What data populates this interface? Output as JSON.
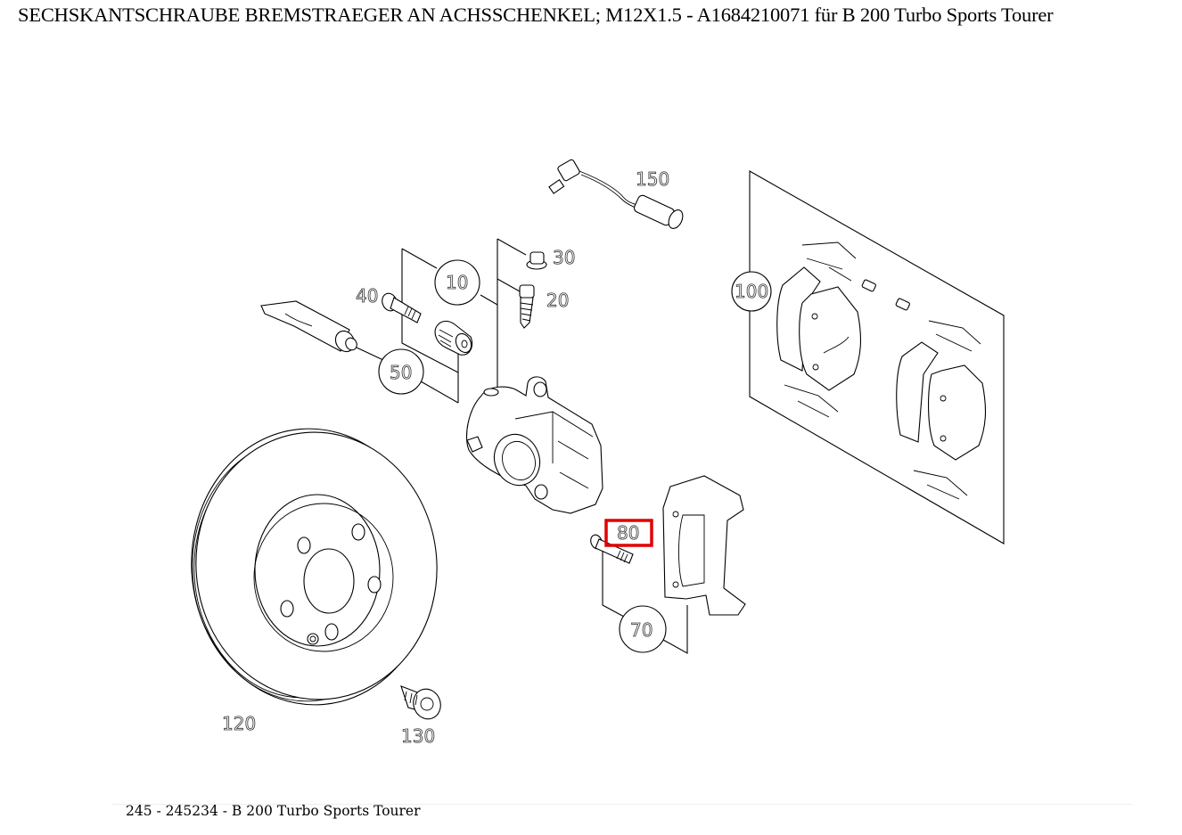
{
  "header": {
    "title": "SECHSKANTSCHRAUBE BREMSTRAEGER AN ACHSSCHENKEL; M12X1.5 - A1684210071 für B 200 Turbo Sports Tourer"
  },
  "diagram": {
    "highlight_color": "#e00000",
    "highlighted_callout": "80",
    "callouts": [
      {
        "id": "10",
        "label": "10",
        "circled": true
      },
      {
        "id": "20",
        "label": "20",
        "circled": false
      },
      {
        "id": "30",
        "label": "30",
        "circled": false
      },
      {
        "id": "40",
        "label": "40",
        "circled": false
      },
      {
        "id": "50",
        "label": "50",
        "circled": true
      },
      {
        "id": "70",
        "label": "70",
        "circled": true
      },
      {
        "id": "80",
        "label": "80",
        "circled": false
      },
      {
        "id": "100",
        "label": "100",
        "circled": true
      },
      {
        "id": "120",
        "label": "120",
        "circled": false
      },
      {
        "id": "130",
        "label": "130",
        "circled": false
      },
      {
        "id": "150",
        "label": "150",
        "circled": false
      }
    ]
  },
  "footer": {
    "caption": "245 - 245234 - B 200 Turbo Sports Tourer"
  }
}
